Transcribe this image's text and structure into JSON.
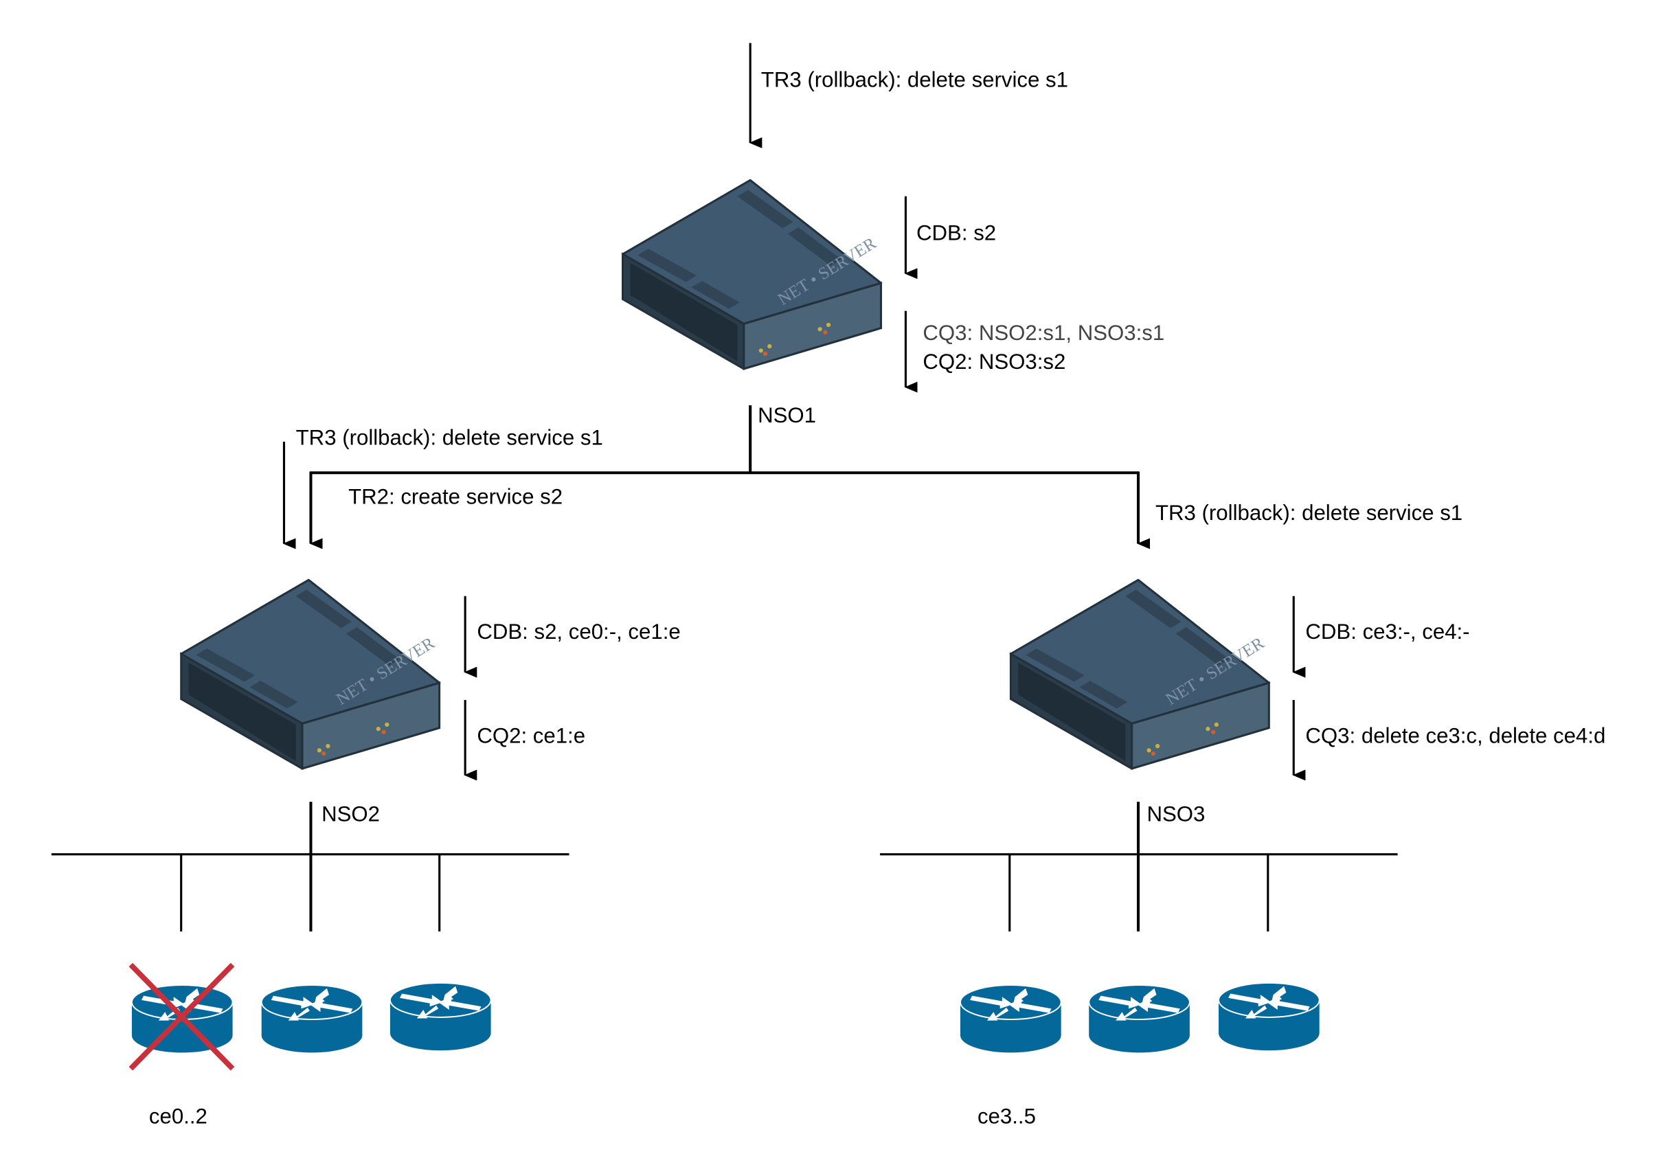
{
  "colors": {
    "server_body": "#3d5468",
    "router": "#04699a",
    "cross": "#c8303c",
    "line": "#000000"
  },
  "icons": {
    "server": "net-server-icon",
    "router": "router-icon",
    "failed": "red-x-icon"
  },
  "nso1": {
    "name": "NSO1",
    "incoming": "TR3 (rollback): delete service s1",
    "cdb": "CDB: s2",
    "cq3": "CQ3: NSO2:s1, NSO3:s1",
    "cq2": "CQ2: NSO3:s2"
  },
  "nso2": {
    "name": "NSO2",
    "incoming_tr3": "TR3 (rollback): delete service s1",
    "incoming_tr2": "TR2: create service s2",
    "cdb": "CDB: s2, ce0:-, ce1:e",
    "cq2": "CQ2: ce1:e",
    "devices": "ce0..2"
  },
  "nso3": {
    "name": "NSO3",
    "incoming": "TR3 (rollback): delete service s1",
    "cdb": "CDB: ce3:-, ce4:-",
    "cq3": "CQ3: delete ce3:c, delete ce4:d",
    "devices": "ce3..5"
  }
}
